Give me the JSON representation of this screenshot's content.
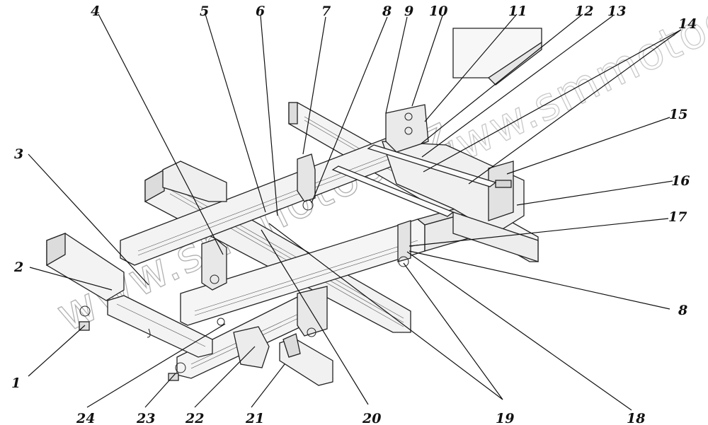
{
  "watermarks": [
    "www.smmotoo.kz",
    "www.smmotoo.kz"
  ],
  "callouts": [
    {
      "id": "c1",
      "text": "1"
    },
    {
      "id": "c2",
      "text": "2"
    },
    {
      "id": "c3",
      "text": "3"
    },
    {
      "id": "c4",
      "text": "4"
    },
    {
      "id": "c5",
      "text": "5"
    },
    {
      "id": "c6",
      "text": "6"
    },
    {
      "id": "c7",
      "text": "7"
    },
    {
      "id": "c8a",
      "text": "8"
    },
    {
      "id": "c8b",
      "text": "8"
    },
    {
      "id": "c9",
      "text": "9"
    },
    {
      "id": "c10",
      "text": "10"
    },
    {
      "id": "c11",
      "text": "11"
    },
    {
      "id": "c12",
      "text": "12"
    },
    {
      "id": "c13",
      "text": "13"
    },
    {
      "id": "c14",
      "text": "14"
    },
    {
      "id": "c15",
      "text": "15"
    },
    {
      "id": "c16",
      "text": "16"
    },
    {
      "id": "c17",
      "text": "17"
    },
    {
      "id": "c18",
      "text": "18"
    },
    {
      "id": "c19",
      "text": "19"
    },
    {
      "id": "c20",
      "text": "20"
    },
    {
      "id": "c21",
      "text": "21"
    },
    {
      "id": "c22",
      "text": "22"
    },
    {
      "id": "c23",
      "text": "23"
    },
    {
      "id": "c24",
      "text": "24"
    }
  ]
}
